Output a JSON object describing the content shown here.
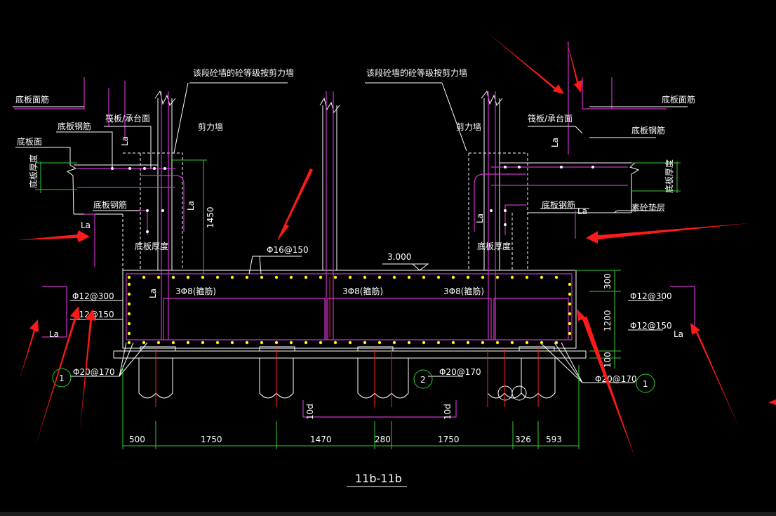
{
  "drawing": {
    "title": "11b-11b",
    "level": "3.000",
    "notes": {
      "wall_note_left": "该段砼墙的砼等级按剪力墙",
      "wall_note_right": "该段砼墙的砼等级按剪力墙",
      "raft_top_left": "筏板/承台面",
      "raft_top_right": "筏板/承台面",
      "shear_wall_left": "剪力墙",
      "shear_wall_right": "剪力墙",
      "slab_top_bar_left": "底板面筋",
      "slab_top_bar_right": "底板面筋",
      "slab_bar_left": "底板钢筋",
      "slab_bar_right": "底板钢筋",
      "slab_face": "底板面",
      "slab_thk_left": "底板厚度",
      "slab_thk_right": "底板厚度",
      "slab_bottom_bar_left": "底板钢筋",
      "slab_bottom_bar_right": "底板钢筋",
      "slab_thk_mid_left": "底板厚度",
      "slab_thk_mid_right": "底板厚度",
      "cushion": "素砼垫层"
    },
    "rebar": {
      "top_bars": "Φ16@150",
      "side_bars_upper_left": "Φ12@300",
      "side_bars_lower_left": "Φ12@150",
      "side_bars_upper_right": "Φ12@300",
      "side_bars_lower_right": "Φ12@150",
      "stirrup_1": "3Φ8(箍筋)",
      "stirrup_2": "3Φ8(箍筋)",
      "stirrup_3": "3Φ8(箍筋)",
      "bottom_left": "Φ20@170",
      "bottom_mid": "Φ20@170",
      "bottom_right": "Φ20@170"
    },
    "la_labels": [
      "La",
      "La",
      "La",
      "La",
      "La",
      "La",
      "La",
      "La",
      "La"
    ],
    "dims": {
      "horizontal": [
        "500",
        "1750",
        "1470",
        "280",
        "1750",
        "326",
        "593"
      ],
      "right_vertical": [
        "300",
        "1200",
        "100"
      ],
      "left_vertical": "1450",
      "ld_left": "10d",
      "ld_right": "10d"
    },
    "markers": {
      "left": "1",
      "mid": "2",
      "right": "1"
    }
  },
  "colors": {
    "background": "#000000",
    "structure": "#ffffff",
    "rebar": "#cc33cc",
    "dimension": "#33cc33",
    "axis": "#ff2020",
    "bar_dot": "#ffff00",
    "arrow": "#ff1a1a"
  }
}
